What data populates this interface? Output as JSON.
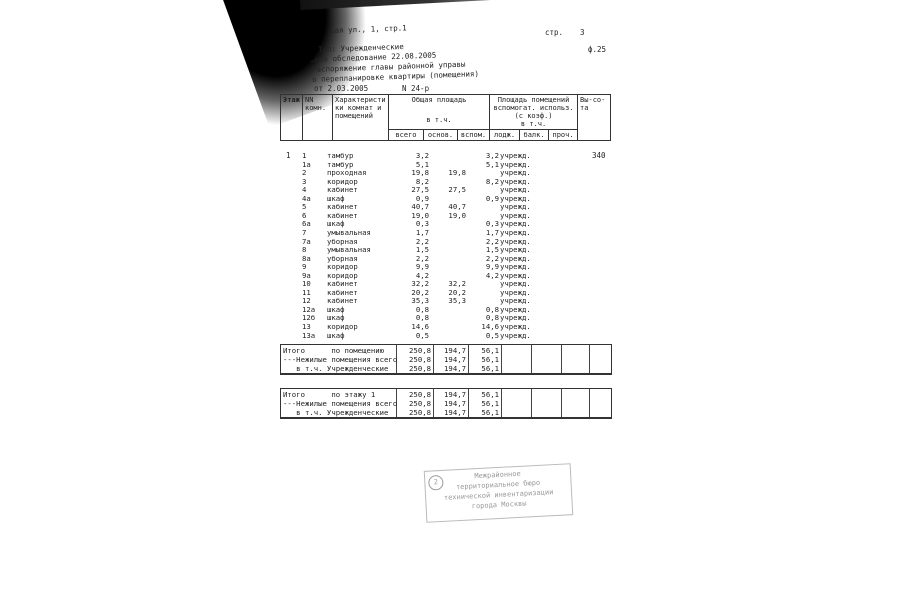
{
  "header": {
    "address": "…ая ул., 1, стр.1",
    "page_label": "стр.",
    "page_number": "3",
    "form": "ф.25",
    "type_line": "Тип: Учрежденческие",
    "survey_line": "…ние обследование 22.08.2005",
    "order_line": "Распоряжение главы районной управы",
    "order_subject": "о перепланировке квартиры (помещения)",
    "order_date": "от 2.03.2005",
    "order_number": "N 24-р"
  },
  "table_header": {
    "floor": "Этаж",
    "room_no": "NN комн.",
    "characteristics": "Характеристики комнат и помещений",
    "total_area": "Общая площадь",
    "incl": "в т.ч.",
    "all": "всего",
    "main": "основ.",
    "aux": "вспом.",
    "aux_area": "Площадь помещений вспомогат. использ. (с коэф.)",
    "incl2": "в т.ч.",
    "loggia": "лодж.",
    "balcony": "балк.",
    "other": "проч.",
    "height": "Вы-со-та"
  },
  "floor": "1",
  "height_value": "340",
  "rows": [
    {
      "no": "1",
      "name": "тамбур",
      "total": "3,2",
      "main": "",
      "aux": "3,2",
      "use": "учрежд."
    },
    {
      "no": "1а",
      "name": "тамбур",
      "total": "5,1",
      "main": "",
      "aux": "5,1",
      "use": "учрежд."
    },
    {
      "no": "2",
      "name": "проходная",
      "total": "19,8",
      "main": "19,8",
      "aux": "",
      "use": "учрежд."
    },
    {
      "no": "3",
      "name": "коридор",
      "total": "8,2",
      "main": "",
      "aux": "8,2",
      "use": "учрежд."
    },
    {
      "no": "4",
      "name": "кабинет",
      "total": "27,5",
      "main": "27,5",
      "aux": "",
      "use": "учрежд."
    },
    {
      "no": "4а",
      "name": "шкаф",
      "total": "0,9",
      "main": "",
      "aux": "0,9",
      "use": "учрежд."
    },
    {
      "no": "5",
      "name": "кабинет",
      "total": "40,7",
      "main": "40,7",
      "aux": "",
      "use": "учрежд."
    },
    {
      "no": "6",
      "name": "кабинет",
      "total": "19,0",
      "main": "19,0",
      "aux": "",
      "use": "учрежд."
    },
    {
      "no": "6а",
      "name": "шкаф",
      "total": "0,3",
      "main": "",
      "aux": "0,3",
      "use": "учрежд."
    },
    {
      "no": "7",
      "name": "умывальная",
      "total": "1,7",
      "main": "",
      "aux": "1,7",
      "use": "учрежд."
    },
    {
      "no": "7а",
      "name": "уборная",
      "total": "2,2",
      "main": "",
      "aux": "2,2",
      "use": "учрежд."
    },
    {
      "no": "8",
      "name": "умывальная",
      "total": "1,5",
      "main": "",
      "aux": "1,5",
      "use": "учрежд."
    },
    {
      "no": "8а",
      "name": "уборная",
      "total": "2,2",
      "main": "",
      "aux": "2,2",
      "use": "учрежд."
    },
    {
      "no": "9",
      "name": "коридор",
      "total": "9,9",
      "main": "",
      "aux": "9,9",
      "use": "учрежд."
    },
    {
      "no": "9а",
      "name": "коридор",
      "total": "4,2",
      "main": "",
      "aux": "4,2",
      "use": "учрежд."
    },
    {
      "no": "10",
      "name": "кабинет",
      "total": "32,2",
      "main": "32,2",
      "aux": "",
      "use": "учрежд."
    },
    {
      "no": "11",
      "name": "кабинет",
      "total": "20,2",
      "main": "20,2",
      "aux": "",
      "use": "учрежд."
    },
    {
      "no": "12",
      "name": "кабинет",
      "total": "35,3",
      "main": "35,3",
      "aux": "",
      "use": "учрежд."
    },
    {
      "no": "12а",
      "name": "шкаф",
      "total": "0,8",
      "main": "",
      "aux": "0,8",
      "use": "учрежд."
    },
    {
      "no": "12б",
      "name": "шкаф",
      "total": "0,8",
      "main": "",
      "aux": "0,8",
      "use": "учрежд."
    },
    {
      "no": "13",
      "name": "коридор",
      "total": "14,6",
      "main": "",
      "aux": "14,6",
      "use": "учрежд."
    },
    {
      "no": "13а",
      "name": "шкаф",
      "total": "0,5",
      "main": "",
      "aux": "0,5",
      "use": "учрежд."
    }
  ],
  "summary_room": [
    {
      "label": "Итого      по помещению",
      "total": "250,8",
      "main": "194,7",
      "aux": "56,1"
    },
    {
      "label": "---Нежилые помещения всего",
      "total": "250,8",
      "main": "194,7",
      "aux": "56,1"
    },
    {
      "label": "   в т.ч. Учрежденческие",
      "total": "250,8",
      "main": "194,7",
      "aux": "56,1"
    }
  ],
  "summary_floor": [
    {
      "label": "Итого      по этажу 1",
      "total": "250,8",
      "main": "194,7",
      "aux": "56,1"
    },
    {
      "label": "---Нежилые помещения всего",
      "total": "250,8",
      "main": "194,7",
      "aux": "56,1"
    },
    {
      "label": "   в т.ч. Учрежденческие",
      "total": "250,8",
      "main": "194,7",
      "aux": "56,1"
    }
  ],
  "stamp": {
    "number": "2",
    "lines": [
      "Межрайонное",
      "территориальное бюро",
      "технической инвентаризации",
      "города Москвы"
    ]
  }
}
